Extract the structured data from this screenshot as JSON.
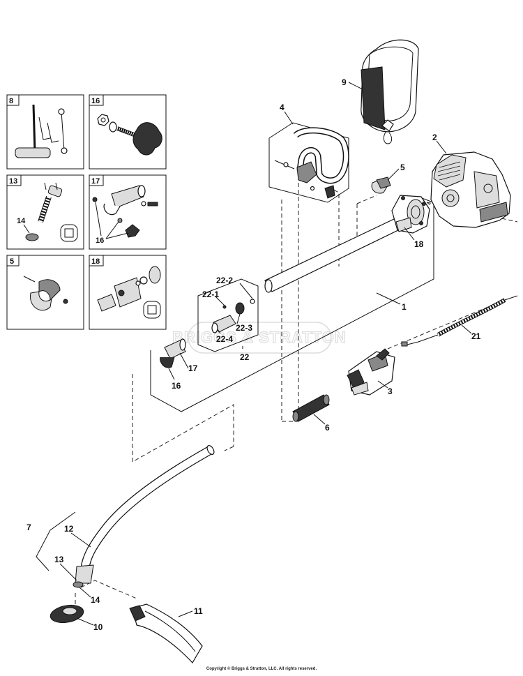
{
  "watermark": "BRIGGS & STRATTON",
  "copyright": "Copyright © Briggs & Stratton, LLC. All rights reserved.",
  "callouts": {
    "c1": "1",
    "c2": "2",
    "c3": "3",
    "c4": "4",
    "c5": "5",
    "c6": "6",
    "c7": "7",
    "c9": "9",
    "c10": "10",
    "c11": "11",
    "c12": "12",
    "c13": "13",
    "c14": "14",
    "c16": "16",
    "c17": "17",
    "c18": "18",
    "c21": "21",
    "c22": "22",
    "c22_1": "22-1",
    "c22_2": "22-2",
    "c22_3": "22-3",
    "c22_4": "22-4"
  },
  "inset_boxes": {
    "b8": "8",
    "b16": "16",
    "b13": "13",
    "b14": "14",
    "b17": "17",
    "b16b": "16",
    "b5": "5",
    "b18": "18"
  }
}
